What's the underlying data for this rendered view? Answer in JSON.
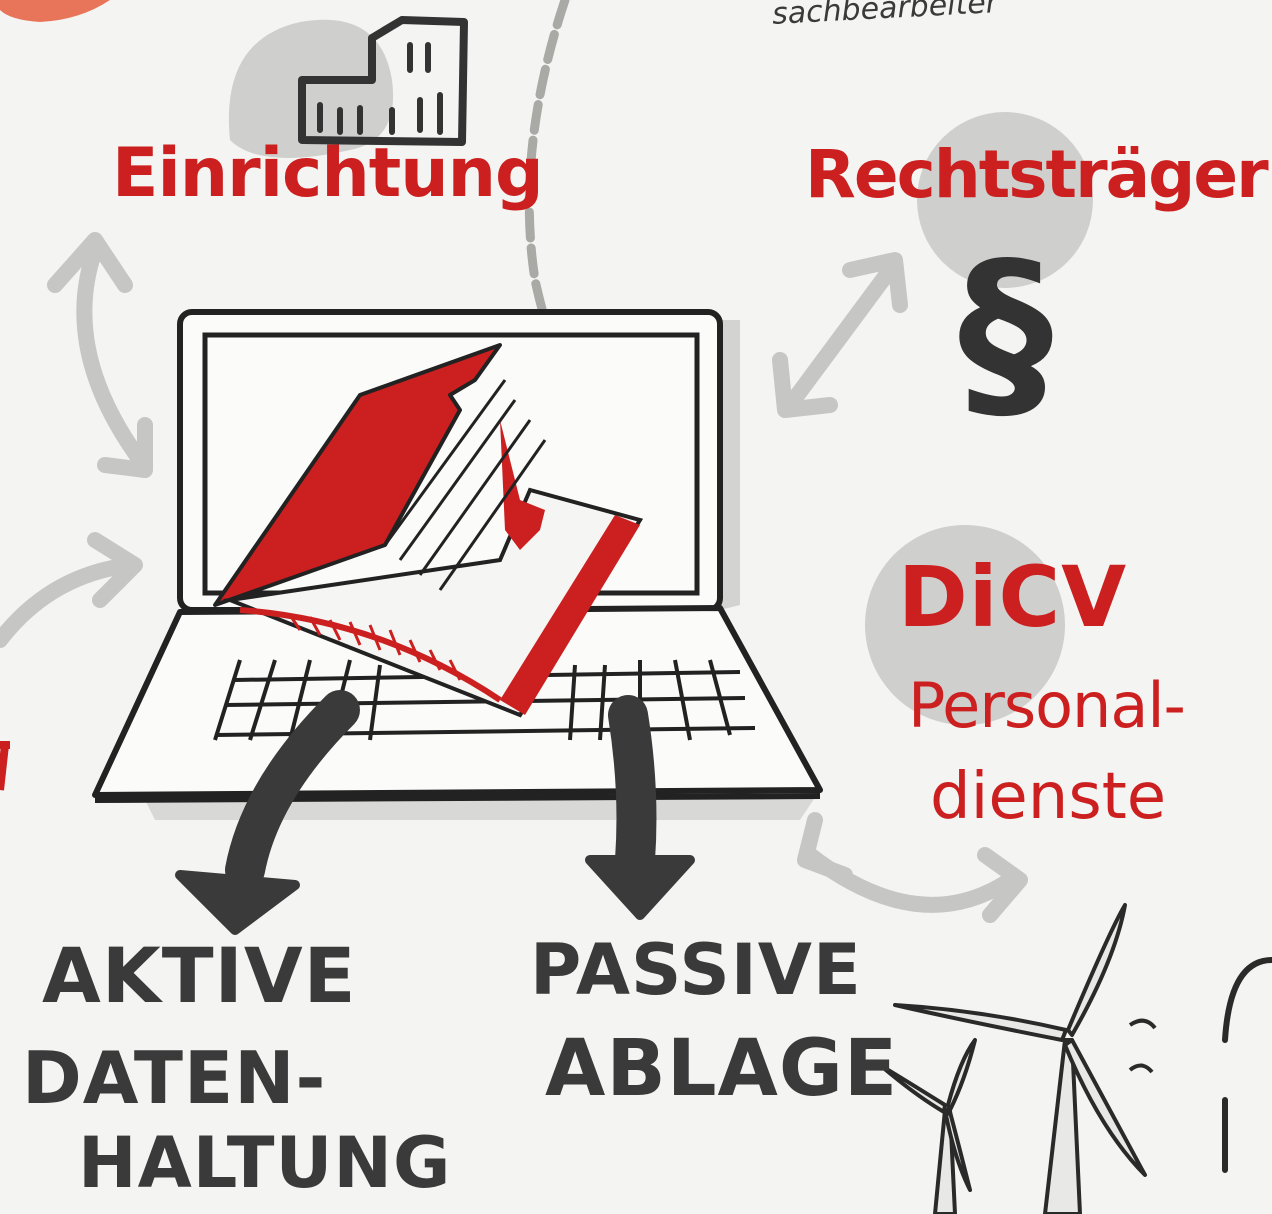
{
  "colors": {
    "background": "#f4f4f2",
    "accent_red": "#cc1f1f",
    "ink_dark": "#3a3a3a",
    "arrow_gray": "#c8c8c6",
    "blob_gray": "#cfcfcd"
  },
  "labels": {
    "top_note": "sachbearbeiter",
    "einrichtung": "Einrichtung",
    "rechtstraeger": "Rechtsträger",
    "dicv": "DiCV",
    "personal_line1": "Personal-",
    "personal_line2": "dienste",
    "aktive_line1": "AKTIVE",
    "aktive_line2": "DATEN-",
    "aktive_line3": "HALTUNG",
    "passive_line1": "PASSIVE",
    "passive_line2": "ABLAGE",
    "paragraph_symbol": "§"
  },
  "icons": [
    "building-icon",
    "paragraph-icon",
    "laptop-icon",
    "folder-icon",
    "wind-turbine-icon"
  ]
}
